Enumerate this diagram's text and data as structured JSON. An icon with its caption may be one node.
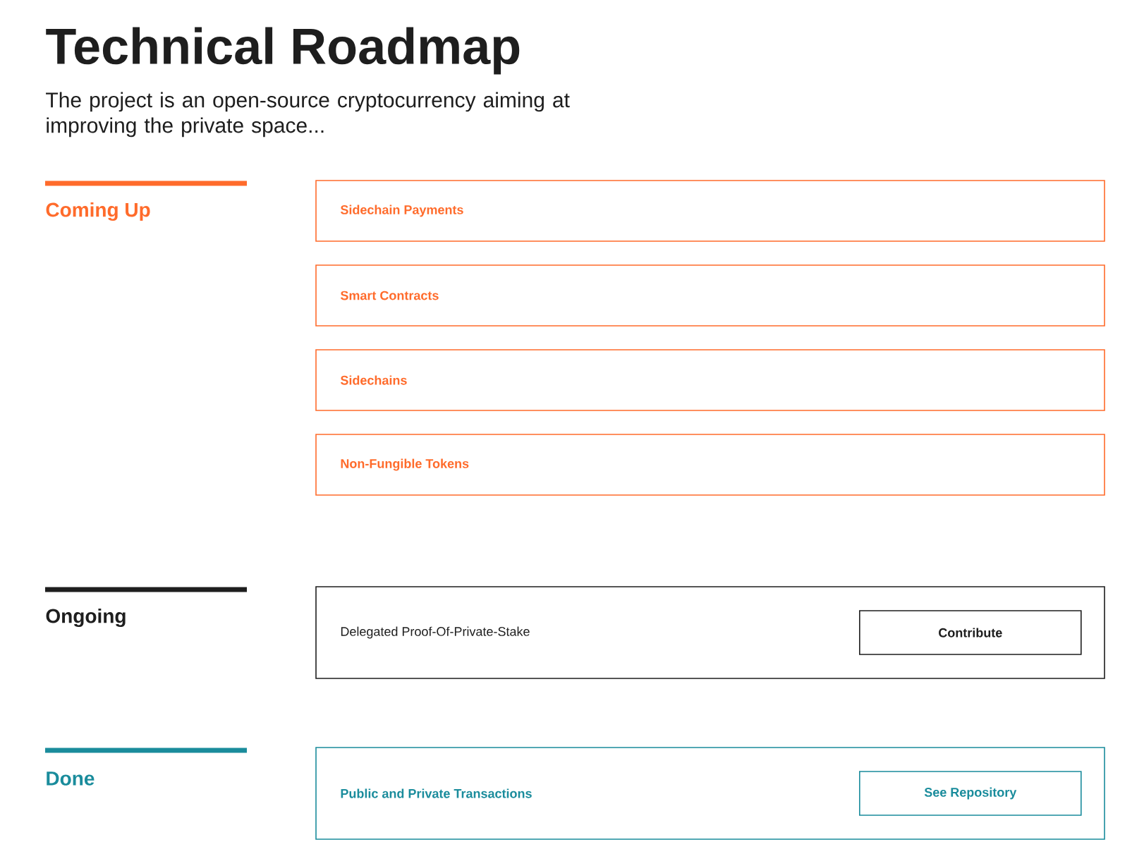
{
  "diagram": {
    "title": "Technical Roadmap",
    "nodes": [
      {
        "text": [
          "Sidechain Payments"
        ]
      },
      {
        "text": [
          "Smart Contracts"
        ]
      },
      {
        "text": [
          "Sidechains"
        ]
      },
      {
        "text": [
          "Non-Fungible Tokens"
        ]
      },
      {
        "text": [
          "Delegated Proof-Of-Private-Stake"
        ]
      },
      {
        "text": [
          "Contribute"
        ],
        "in": 4
      },
      {
        "text": [
          "Public and Private Transactions"
        ]
      },
      {
        "text": [
          "See Repository"
        ],
        "in": 6
      }
    ],
    "labels": [
      "The project is an open-source cryptocurrency aiming at improving the private space...",
      "Coming Up",
      "Ongoing",
      "Done"
    ]
  }
}
